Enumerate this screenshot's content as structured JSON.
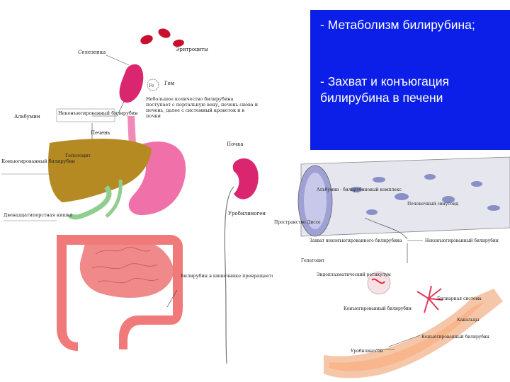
{
  "slide": {
    "bullets": [
      "- Метаболизм билирубина;",
      "- Захват и конъюгация билирубина в печени"
    ]
  },
  "left_diagram": {
    "labels": {
      "spleen": "Селезенка",
      "erythrocytes": "Эритроциты",
      "heme": "Гем",
      "fe": "Fe",
      "albumin": "Альбумин",
      "unconjugated": "Неконъюгированный билирубин",
      "small_amount": "Небольшое количество билирубина поступает с портальную вену, печень снова и печень, далее с системный кровоток и в почки",
      "liver": "Печень",
      "kidney": "Почка",
      "conjugated": "Конъюгированный билирубин",
      "gallbladder": "Гепатоцит",
      "duodenum": "Двенадцатиперстная кишка",
      "urobilinogen": "Уробилиноген",
      "stercobilin": "Билирубин в кишечнике превращается в стеркобилиноген"
    }
  },
  "right_diagram": {
    "labels": {
      "albumin_cell": "Альбумин - билирубиновый комплекс",
      "blood_vessel": "Печеночный синусоид",
      "space_disse": "Пространство Диссе",
      "uptake": "Захват неконъюгированного билирубина",
      "conj_bilirubin": "Неконъюгированный билирубин",
      "hepatocyte": "Гепатоцит",
      "er": "Эндоплазматический ретикулум",
      "conjugated_bilirubin": "Конъюгированный билирубин",
      "bile_duct": "Билиарная система",
      "bile": "Канальцы",
      "conjugated_2": "Конъюгированный билирубин",
      "urobilinogen": "Уробилиноген"
    }
  }
}
